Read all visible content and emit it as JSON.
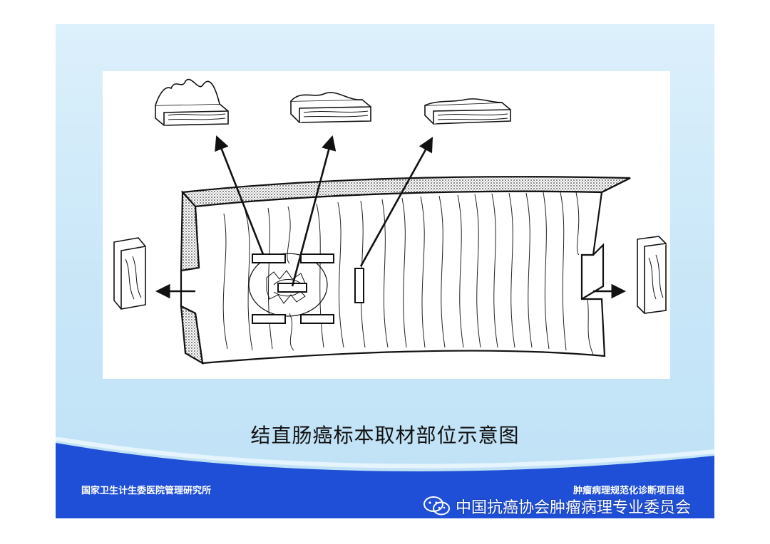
{
  "slide": {
    "caption": "结直肠癌标本取材部位示意图",
    "footer_left": "国家卫生计生委医院管理研究所",
    "footer_right": "肿瘤病理规范化诊断项目组"
  },
  "watermark": {
    "icon": "wechat-icon",
    "text": "中国抗癌协会肿瘤病理专业委员会"
  },
  "colors": {
    "background": "#cde9f9",
    "footer_blue": "#1f4fd6",
    "ink": "#111111"
  }
}
